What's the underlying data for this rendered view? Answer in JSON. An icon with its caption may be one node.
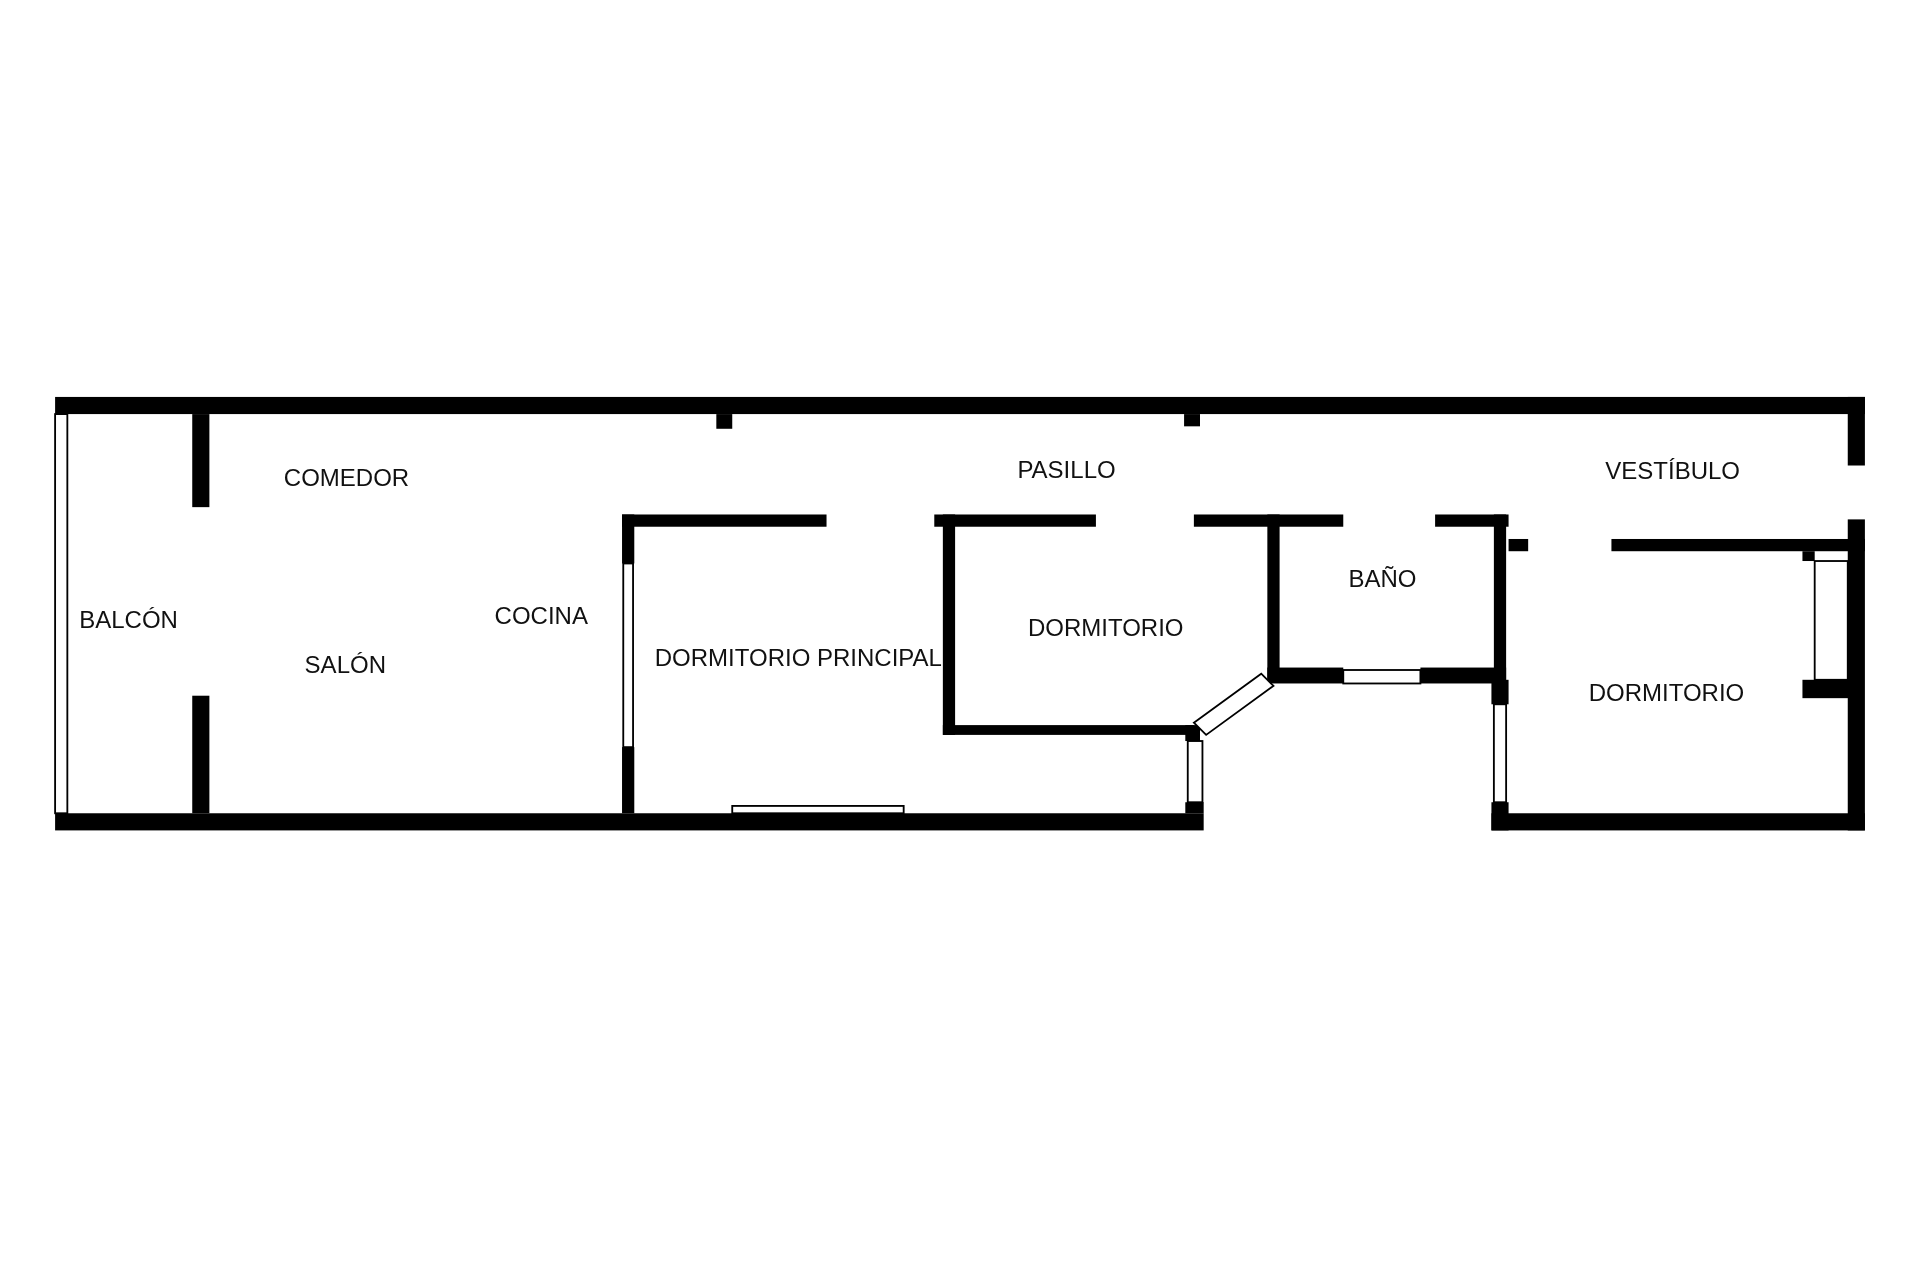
{
  "diagram": {
    "labels": [
      "COMEDOR",
      "PASILLO",
      "VESTÍBULO",
      "BAÑO",
      "COCINA",
      "BALCÓN",
      "DORMITORIO",
      "DORMITORIO PRINCIPAL",
      "SALÓN",
      "DORMITORIO"
    ]
  }
}
